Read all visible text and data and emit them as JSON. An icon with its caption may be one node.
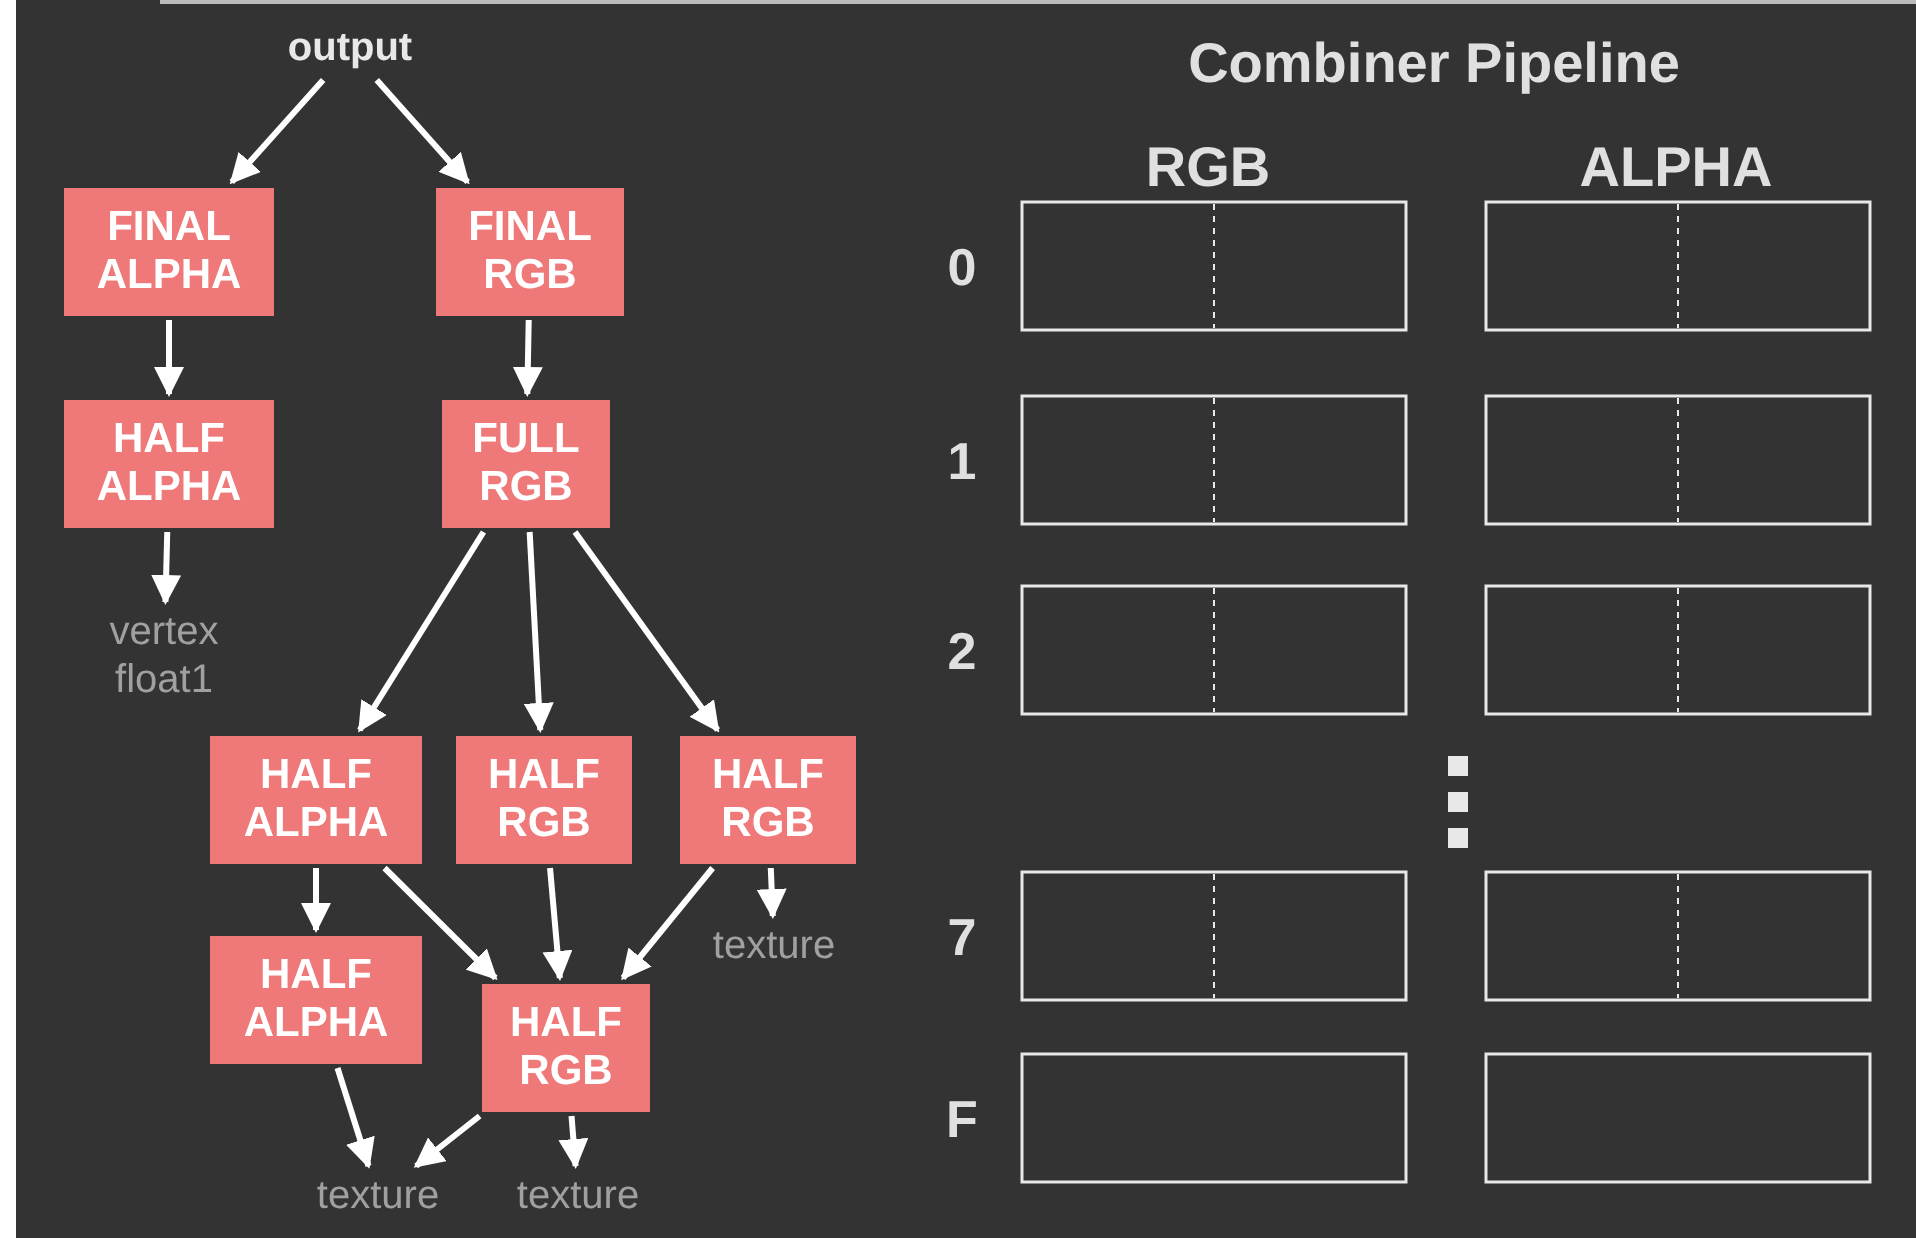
{
  "diagram": {
    "title": "Combiner Pipeline",
    "nodes": [
      {
        "text": [
          "output"
        ]
      },
      {
        "text": [
          "FINAL ALPHA"
        ]
      },
      {
        "text": [
          "FINAL RGB"
        ]
      },
      {
        "text": [
          "HALF ALPHA"
        ]
      },
      {
        "text": [
          "FULL RGB"
        ]
      },
      {
        "text": [
          "vertex float1"
        ]
      },
      {
        "text": [
          "HALF ALPHA"
        ]
      },
      {
        "text": [
          "HALF RGB"
        ]
      },
      {
        "text": [
          "HALF RGB"
        ]
      },
      {
        "text": [
          "HALF ALPHA"
        ]
      },
      {
        "text": [
          "HALF RGB"
        ]
      },
      {
        "text": [
          "texture"
        ]
      },
      {
        "text": [
          "texture"
        ]
      },
      {
        "text": [
          "texture"
        ]
      },
      {
        "text": [],
        "shape": "box"
      },
      {
        "text": [],
        "shape": "box"
      },
      {
        "text": [],
        "shape": "box"
      },
      {
        "text": [],
        "shape": "box"
      },
      {
        "text": [],
        "shape": "box"
      },
      {
        "text": [],
        "shape": "box"
      },
      {
        "text": [],
        "shape": "box"
      },
      {
        "text": [],
        "shape": "box"
      },
      {
        "text": [],
        "shape": "box"
      },
      {
        "text": [],
        "shape": "box"
      }
    ],
    "edges": [
      {
        "from": 0,
        "to": 1,
        "arrow": "to"
      },
      {
        "from": 0,
        "to": 2,
        "arrow": "to"
      },
      {
        "from": 1,
        "to": 3,
        "arrow": "to"
      },
      {
        "from": 2,
        "to": 4,
        "arrow": "to"
      },
      {
        "from": 3,
        "to": 5,
        "arrow": "to"
      },
      {
        "from": 4,
        "to": 6,
        "arrow": "to"
      },
      {
        "from": 4,
        "to": 7,
        "arrow": "to"
      },
      {
        "from": 4,
        "to": 8,
        "arrow": "to"
      },
      {
        "from": 6,
        "to": 9,
        "arrow": "to"
      },
      {
        "from": 6,
        "to": 10,
        "arrow": "to"
      },
      {
        "from": 7,
        "to": 10,
        "arrow": "to"
      },
      {
        "from": 8,
        "to": 10,
        "arrow": "to"
      },
      {
        "from": 8,
        "to": 11,
        "arrow": "to"
      },
      {
        "from": 9,
        "to": 12,
        "arrow": "to"
      },
      {
        "from": 10,
        "to": 12,
        "arrow": "to"
      },
      {
        "from": 10,
        "to": 13,
        "arrow": "to"
      }
    ],
    "labels": [
      "RGB",
      "ALPHA",
      "0",
      "1",
      "2",
      "7",
      "F"
    ]
  }
}
